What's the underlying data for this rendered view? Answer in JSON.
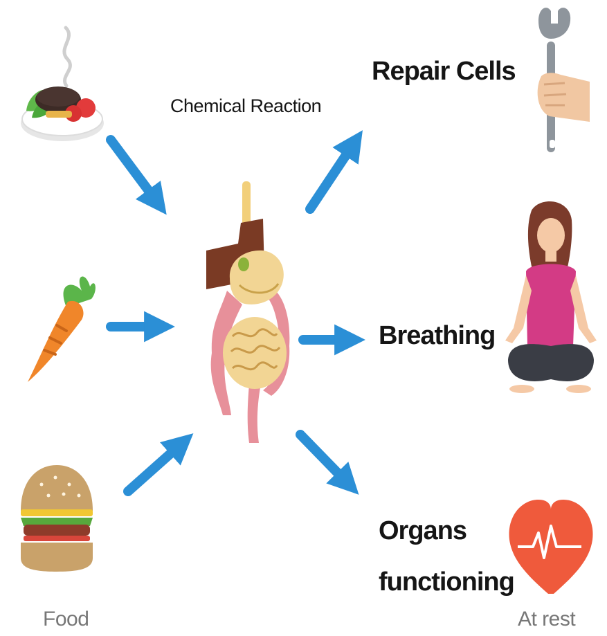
{
  "center": {
    "label": "Chemical Reaction",
    "icon": "digestive-system-icon"
  },
  "inputs": [
    {
      "icon": "plated-meal-icon"
    },
    {
      "icon": "carrot-icon"
    },
    {
      "icon": "hamburger-icon"
    }
  ],
  "outputs": [
    {
      "label": "Repair Cells",
      "icon": "wrench-in-hand-icon"
    },
    {
      "label": "Breathing",
      "icon": "meditating-woman-icon"
    },
    {
      "label_line1": "Organs",
      "label_line2": "functioning",
      "icon": "heartbeat-heart-icon"
    }
  ],
  "captions": {
    "left": "Food",
    "right": "At rest"
  },
  "colors": {
    "arrow": "#2b8fd6",
    "heart": "#ef5a3c",
    "text": "#151515",
    "caption": "#777777"
  }
}
